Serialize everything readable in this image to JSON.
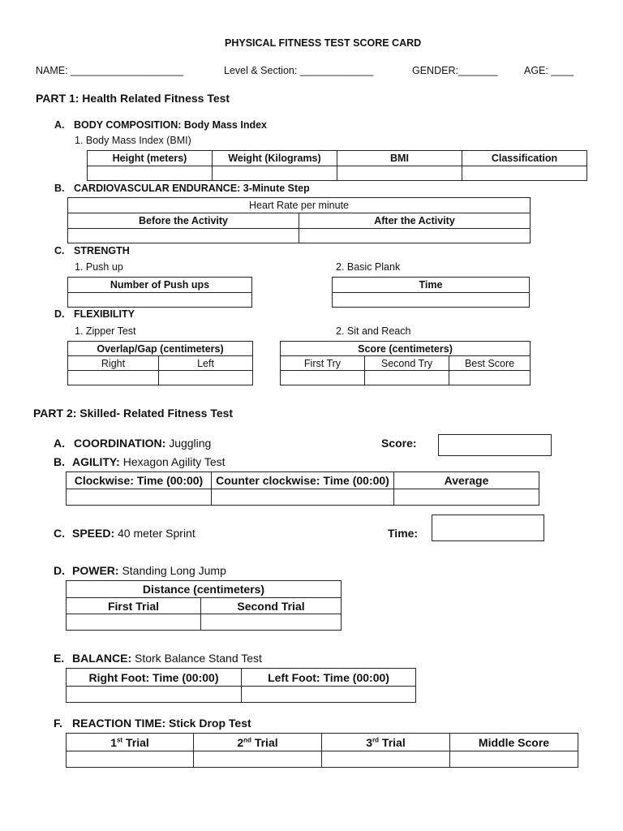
{
  "title": "PHYSICAL FITNESS TEST SCORE CARD",
  "header": {
    "name_label": "NAME:",
    "name_blank": "____________________",
    "level_label": "Level & Section:",
    "level_blank": "_____________",
    "gender_label": "GENDER:",
    "gender_blank": "_______",
    "age_label": "AGE:",
    "age_blank": "____"
  },
  "part1": {
    "title": "PART 1: Health Related Fitness Test",
    "a": {
      "letter": "A.",
      "heading": "BODY COMPOSITION: Body Mass Index",
      "sub": "1.   Body Mass Index (BMI)",
      "columns": [
        "Height (meters)",
        "Weight (Kilograms)",
        "BMI",
        "Classification"
      ]
    },
    "b": {
      "letter": "B.",
      "heading": "CARDIOVASCULAR ENDURANCE: 3-Minute Step",
      "table_title": "Heart Rate per minute",
      "columns": [
        "Before the Activity",
        "After the Activity"
      ]
    },
    "c": {
      "letter": "C.",
      "heading": "STRENGTH",
      "sub1": "1.   Push up",
      "sub2": "2. Basic Plank",
      "pushup_col": "Number of Push ups",
      "plank_col": "Time"
    },
    "d": {
      "letter": "D.",
      "heading": "FLEXIBILITY",
      "sub1": "1.   Zipper Test",
      "sub2": "2.  Sit and Reach",
      "zipper_title": "Overlap/Gap (centimeters)",
      "zipper_cols": [
        "Right",
        "Left"
      ],
      "sit_title": "Score (centimeters)",
      "sit_cols": [
        "First Try",
        "Second Try",
        "Best Score"
      ]
    }
  },
  "part2": {
    "title": "PART 2: Skilled- Related Fitness Test",
    "a": {
      "letter": "A.",
      "heading": "COORDINATION:",
      "test": "Juggling",
      "score_label": "Score:"
    },
    "b": {
      "letter": "B.",
      "heading": "AGILITY:",
      "test": "Hexagon Agility Test",
      "columns": [
        "Clockwise: Time (00:00)",
        "Counter clockwise: Time (00:00)",
        "Average"
      ]
    },
    "c": {
      "letter": "C.",
      "heading": "SPEED:",
      "test": "40 meter Sprint",
      "time_label": "Time:"
    },
    "d": {
      "letter": "D.",
      "heading": "POWER:",
      "test": "Standing Long Jump",
      "table_title": "Distance (centimeters)",
      "columns": [
        "First Trial",
        "Second Trial"
      ]
    },
    "e": {
      "letter": "E.",
      "heading": "BALANCE:",
      "test": "Stork Balance Stand Test",
      "columns": [
        "Right Foot: Time (00:00)",
        "Left Foot: Time (00:00)"
      ]
    },
    "f": {
      "letter": "F.",
      "heading": "REACTION TIME: Stick Drop Test",
      "trials": [
        {
          "num": "1",
          "sup": "st",
          "word": " Trial"
        },
        {
          "num": "2",
          "sup": "nd",
          "word": " Trial"
        },
        {
          "num": "3",
          "sup": "rd",
          "word": " Trial"
        }
      ],
      "last_col": "Middle Score"
    }
  }
}
